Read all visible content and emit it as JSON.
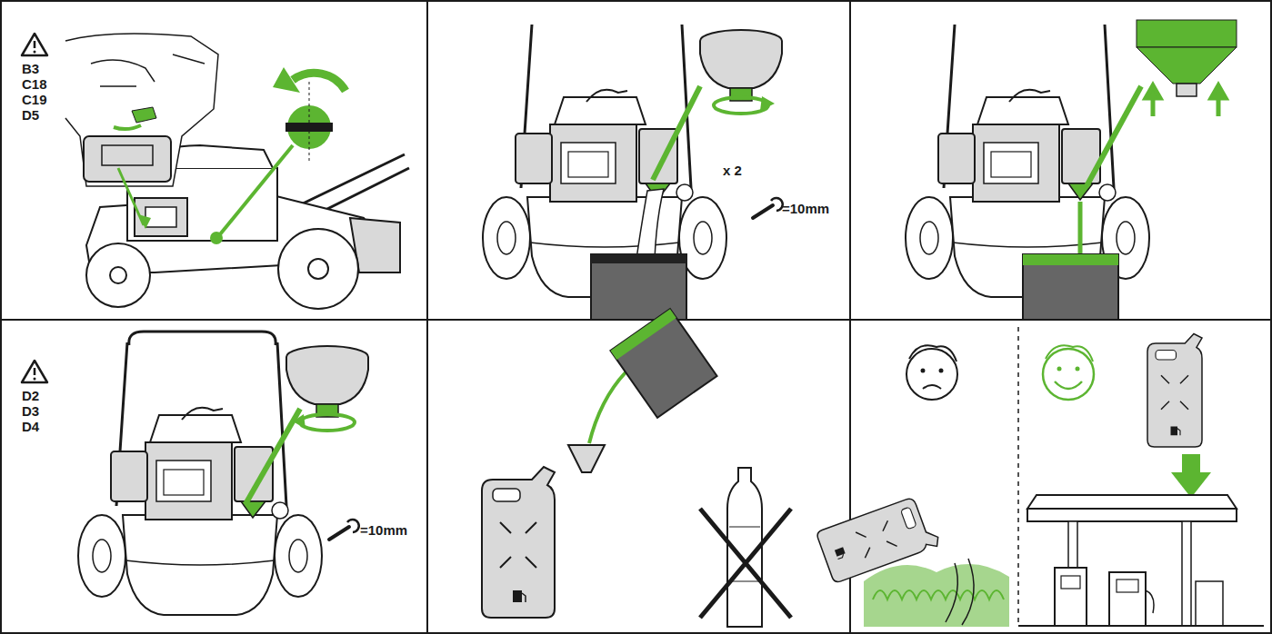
{
  "diagram": {
    "labels": [
      "B3",
      "C18",
      "C19",
      "D5",
      "x 2",
      "=10mm",
      "D2",
      "D3",
      "D4",
      "=10mm"
    ]
  }
}
